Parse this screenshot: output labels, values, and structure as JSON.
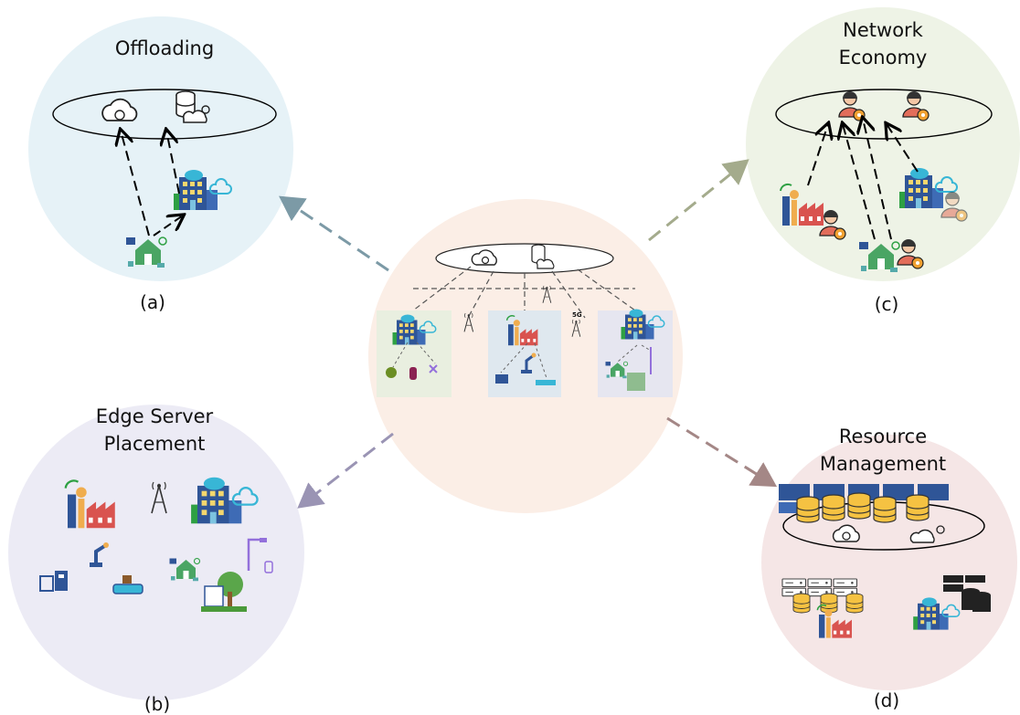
{
  "panels": {
    "a": {
      "title": "Offloading",
      "caption": "(a)"
    },
    "b": {
      "title_line1": "Edge Server",
      "title_line2": "Placement",
      "caption": "(b)"
    },
    "c": {
      "title_line1": "Network",
      "title_line2": "Economy",
      "caption": "(c)"
    },
    "d": {
      "title_line1": "Resource",
      "title_line2": "Management",
      "caption": "(d)"
    }
  },
  "icon_text": {
    "five_g": "5G"
  },
  "colors": {
    "offloading_bg": "#e6f2f7",
    "placement_bg": "#ecebf5",
    "economy_bg": "#eef3e6",
    "resource_bg": "#f5e6e6",
    "center_bg": "#fbeee6",
    "arrow_a": "#7c9aa6",
    "arrow_b": "#9a94b4",
    "arrow_c": "#a4ab8c",
    "arrow_d": "#a48786",
    "building": "#2f5597",
    "cloud": "#38b6d6",
    "factory": "#d9534f"
  },
  "icons": [
    "cloud-sync-icon",
    "database-cloud-icon",
    "building-icon",
    "smart-home-icon",
    "factory-icon",
    "cell-tower-icon",
    "robot-arm-icon",
    "server-stack-icon",
    "database-icon",
    "person-gear-icon"
  ]
}
